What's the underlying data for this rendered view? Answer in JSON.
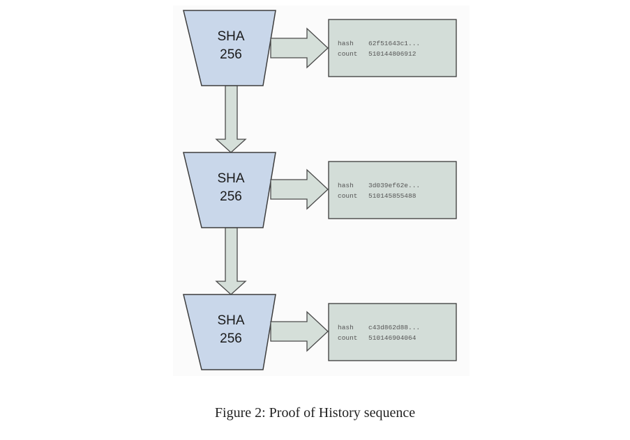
{
  "diagram": {
    "stages": [
      {
        "label_line1": "SHA",
        "label_line2": "256",
        "hash_key": "hash",
        "hash_value": "62f51643c1...",
        "count_key": "count",
        "count_value": "510144806912"
      },
      {
        "label_line1": "SHA",
        "label_line2": "256",
        "hash_key": "hash",
        "hash_value": "3d039ef62e...",
        "count_key": "count",
        "count_value": "510145855488"
      },
      {
        "label_line1": "SHA",
        "label_line2": "256",
        "hash_key": "hash",
        "hash_value": "c43d862d88...",
        "count_key": "count",
        "count_value": "510146904064"
      }
    ],
    "colors": {
      "funnel_fill": "#c9d7ea",
      "arrow_fill": "#d5dfd9",
      "box_fill": "#d3ddd8"
    }
  },
  "caption": "Figure 2: Proof of History sequence"
}
